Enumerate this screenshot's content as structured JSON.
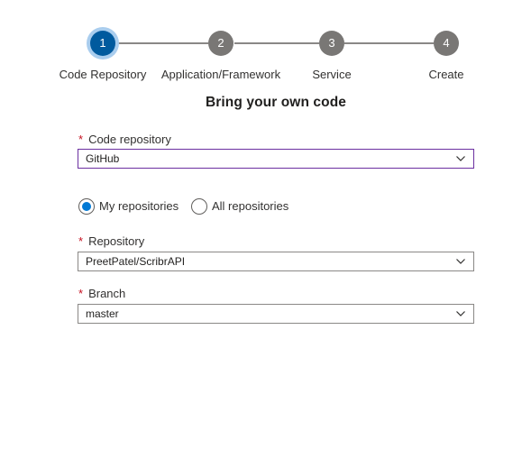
{
  "stepper": {
    "steps": [
      {
        "number": "1",
        "label": "Code Repository",
        "state": "active"
      },
      {
        "number": "2",
        "label": "Application/Framework",
        "state": "pending"
      },
      {
        "number": "3",
        "label": "Service",
        "state": "pending"
      },
      {
        "number": "4",
        "label": "Create",
        "state": "pending"
      }
    ]
  },
  "page": {
    "title": "Bring your own code"
  },
  "form": {
    "required_marker": "*",
    "code_repository": {
      "label": "Code repository",
      "value": "GitHub",
      "chevron_icon": "chevron-down-icon"
    },
    "repo_scope": {
      "options": [
        {
          "label": "My repositories",
          "selected": true
        },
        {
          "label": "All repositories",
          "selected": false
        }
      ]
    },
    "repository": {
      "label": "Repository",
      "value": "PreetPatel/ScribrAPI",
      "chevron_icon": "chevron-down-icon"
    },
    "branch": {
      "label": "Branch",
      "value": "master",
      "chevron_icon": "chevron-down-icon"
    }
  },
  "colors": {
    "active_step": "#005a9e",
    "active_step_ring": "#a9cdee",
    "pending_step": "#797775",
    "required": "#c50f1f",
    "focus_border": "#6b2fa0",
    "radio_selected": "#0078d4"
  }
}
